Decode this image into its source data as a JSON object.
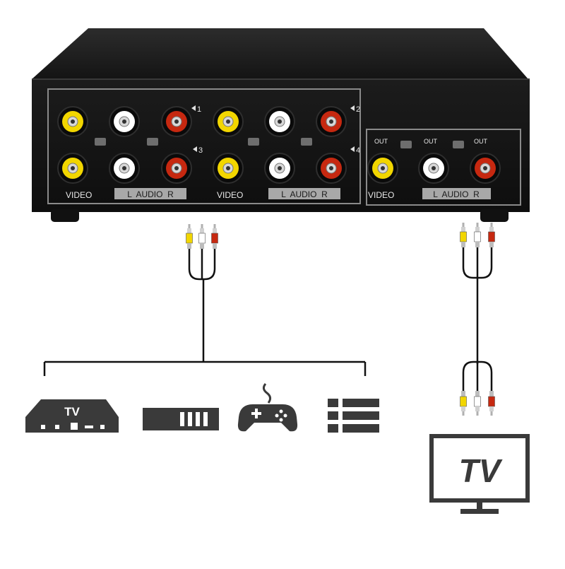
{
  "switch_box": {
    "input_labels": {
      "video_left": "VIDEO",
      "audio_left": "L  AUDIO  R",
      "video_right": "VIDEO",
      "audio_right": "L  AUDIO  R"
    },
    "input_markers": [
      "1",
      "2",
      "3",
      "4"
    ],
    "output_labels": {
      "out_1": "OUT",
      "out_2": "OUT",
      "out_3": "OUT",
      "video": "VIDEO",
      "audio": "L  AUDIO  R"
    }
  },
  "devices": {
    "tv_box_label": "TV"
  },
  "tv": {
    "label": "TV"
  },
  "colors": {
    "video": "#f2d600",
    "audio_left": "#ffffff",
    "audio_right": "#c62810",
    "chassis": "#202020",
    "icon": "#3a3a3a"
  }
}
